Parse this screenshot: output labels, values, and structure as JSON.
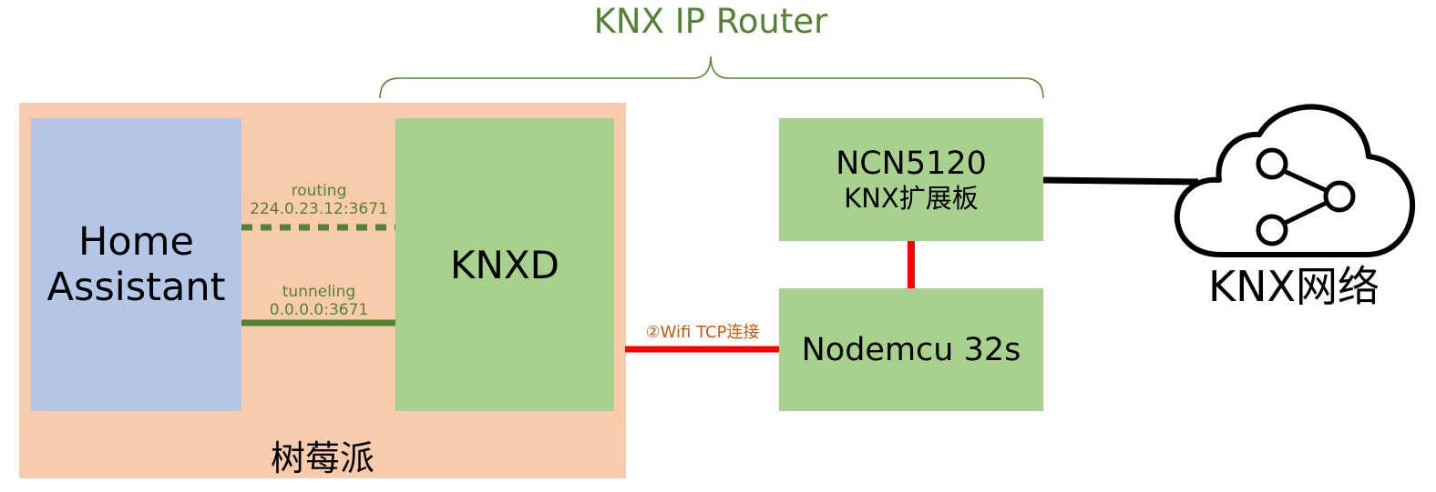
{
  "router": {
    "title": "KNX IP Router"
  },
  "raspberry_pi": {
    "label": "树莓派"
  },
  "home_assistant": {
    "line1": "Home",
    "line2": "Assistant"
  },
  "knxd": {
    "label": "KNXD"
  },
  "routing_link": {
    "name": "routing",
    "address": "224.0.23.12:3671",
    "color": "#548235"
  },
  "tunneling_link": {
    "name": "tunneling",
    "address": "0.0.0.0:3671",
    "color": "#548235"
  },
  "wifi_link": {
    "label": "②Wifi TCP连接",
    "color": "#ff0000"
  },
  "ncn5120": {
    "title": "NCN5120",
    "subtitle": "KNX扩展板"
  },
  "nodemcu": {
    "label": "Nodemcu 32s"
  },
  "knx_network": {
    "label": "KNX网络",
    "icon": "cloud-share-icon"
  },
  "colors": {
    "pi_background": "#f8cbad",
    "home_assistant": "#b4c7e7",
    "module_green": "#a9d18e",
    "title_green": "#548235",
    "wifi_text": "#c55a11"
  }
}
